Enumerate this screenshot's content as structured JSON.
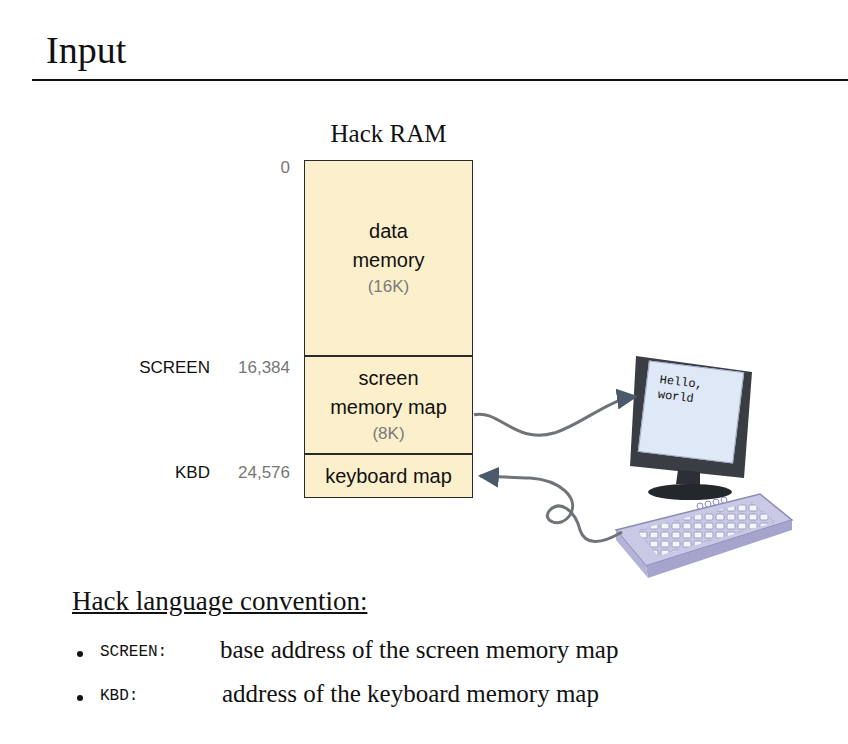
{
  "diagram": {
    "title": "Input",
    "nodes": [
      {
        "text": [
          "Hack RAM"
        ]
      },
      {
        "text": [
          "data memory",
          "(16K)"
        ],
        "in": 0
      },
      {
        "text": [
          "screen memory map",
          "(8K)"
        ],
        "in": 0
      },
      {
        "text": [
          "keyboard map"
        ],
        "in": 0
      },
      {
        "text": [
          "Hello, world"
        ]
      }
    ],
    "edges": [
      {
        "from": 2,
        "to": 4,
        "arrow": "to"
      }
    ],
    "labels": [
      "0",
      "SCREEN",
      "16,384",
      "KBD",
      "24,576",
      "Hack language convention:",
      "SCREEN:",
      "base address of the screen memory map",
      "KBD:",
      "address of the keyboard memory map"
    ]
  }
}
